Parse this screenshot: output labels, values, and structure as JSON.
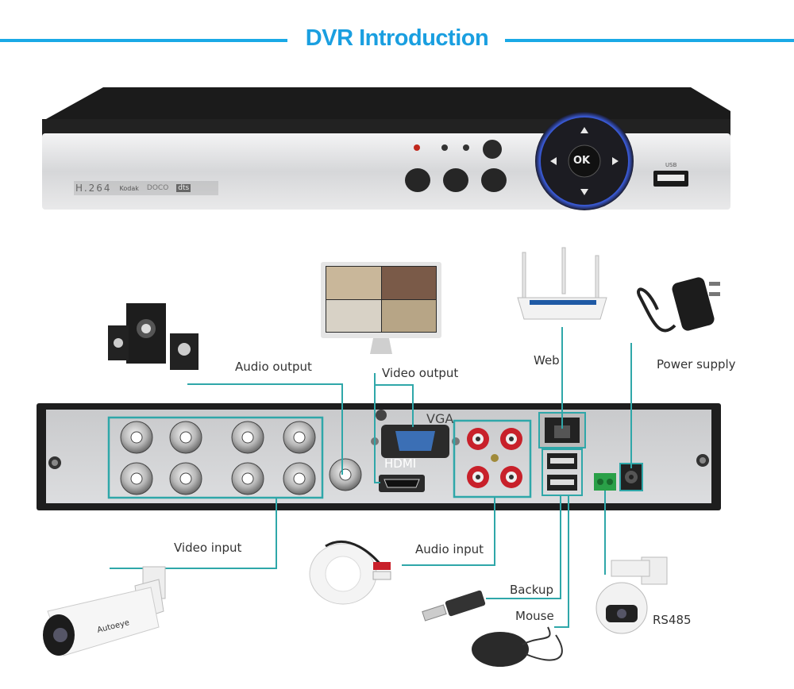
{
  "title": "DVR Introduction",
  "front_panel": {
    "brand_marks": [
      "H.264",
      "Kodak",
      "DOCO",
      "dts"
    ],
    "ok_label": "OK",
    "usb_label": "USB"
  },
  "rear_panel": {
    "vga_label": "VGA",
    "hdmi_label": "HDMI"
  },
  "callouts": {
    "audio_output": "Audio output",
    "video_output": "Video output",
    "web": "Web",
    "power_supply": "Power supply",
    "video_input": "Video input",
    "audio_input": "Audio input",
    "backup": "Backup",
    "mouse": "Mouse",
    "rs485": "RS485"
  },
  "camera_brand": "Autoeye",
  "colors": {
    "accent": "#1aa9e6",
    "connector_line": "#2fa7a9",
    "chassis": "#2a2a2a",
    "panel": "#d9dadc"
  }
}
